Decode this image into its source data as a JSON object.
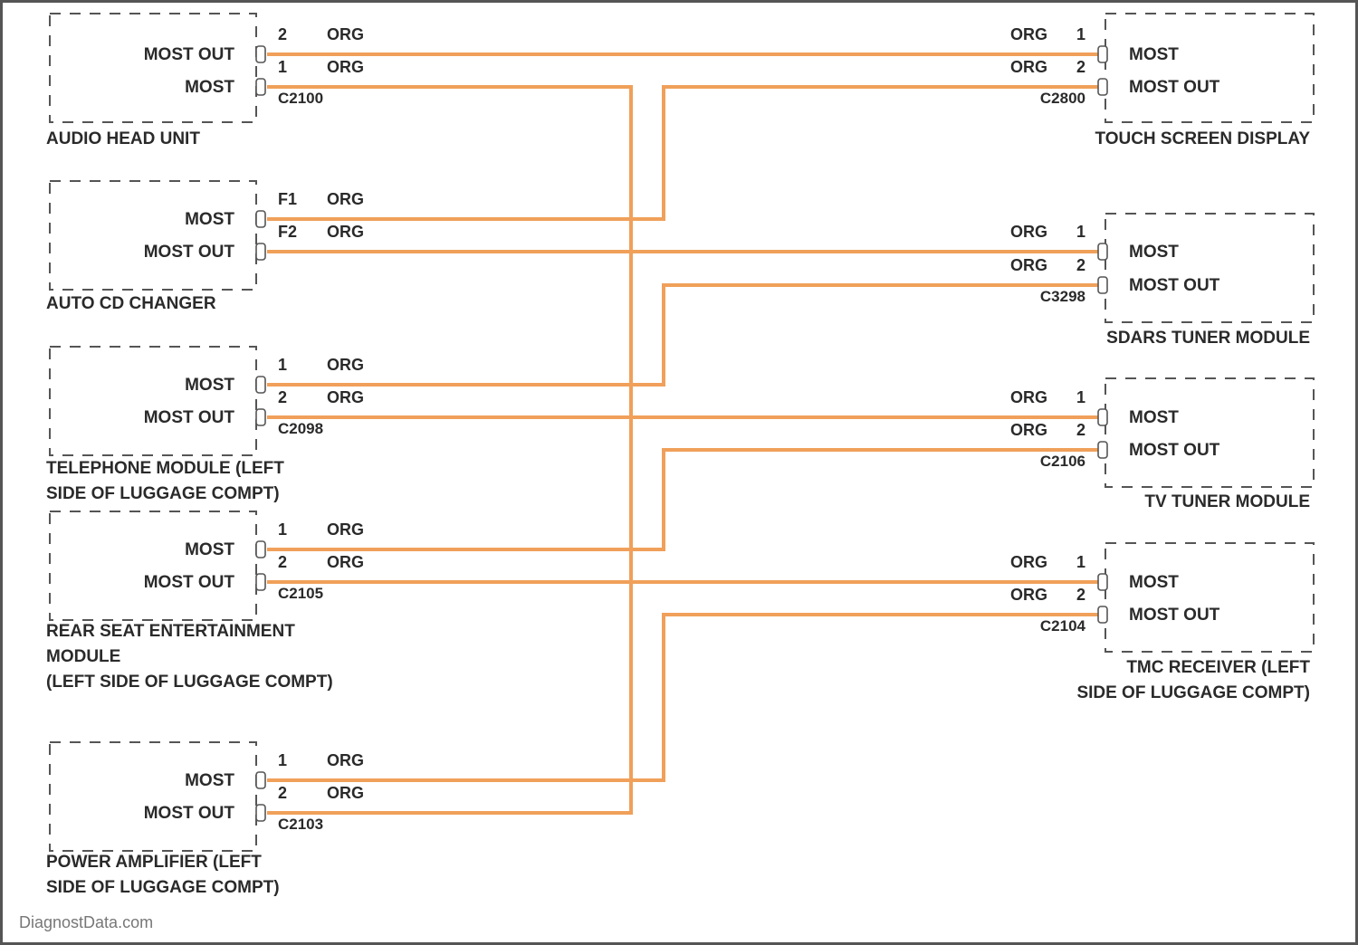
{
  "wire_color": "#f0a05a",
  "wire_code": "ORG",
  "signal_labels": {
    "in": "MOST",
    "out": "MOST OUT"
  },
  "left_modules": [
    {
      "name_lines": [
        "AUDIO HEAD UNIT"
      ],
      "connector": "C2100",
      "pins": [
        "2",
        "1"
      ],
      "pin_order": "out-first"
    },
    {
      "name_lines": [
        "AUTO CD CHANGER"
      ],
      "connector": "",
      "pins": [
        "F1",
        "F2"
      ],
      "pin_order": "in-first"
    },
    {
      "name_lines": [
        "TELEPHONE MODULE (LEFT",
        "SIDE OF LUGGAGE COMPT)"
      ],
      "connector": "C2098",
      "pins": [
        "1",
        "2"
      ],
      "pin_order": "in-first"
    },
    {
      "name_lines": [
        "REAR SEAT ENTERTAINMENT",
        "MODULE",
        "(LEFT SIDE OF LUGGAGE COMPT)"
      ],
      "connector": "C2105",
      "pins": [
        "1",
        "2"
      ],
      "pin_order": "in-first"
    },
    {
      "name_lines": [
        "POWER AMPLIFIER (LEFT",
        "SIDE OF LUGGAGE COMPT)"
      ],
      "connector": "C2103",
      "pins": [
        "1",
        "2"
      ],
      "pin_order": "in-first"
    }
  ],
  "right_modules": [
    {
      "name_lines": [
        "TOUCH SCREEN DISPLAY"
      ],
      "connector": "C2800",
      "pins": [
        "1",
        "2"
      ]
    },
    {
      "name_lines": [
        "SDARS TUNER MODULE"
      ],
      "connector": "C3298",
      "pins": [
        "1",
        "2"
      ]
    },
    {
      "name_lines": [
        "TV TUNER MODULE"
      ],
      "connector": "C2106",
      "pins": [
        "1",
        "2"
      ]
    },
    {
      "name_lines": [
        "TMC RECEIVER (LEFT",
        "SIDE OF LUGGAGE COMPT)"
      ],
      "connector": "C2104",
      "pins": [
        "1",
        "2"
      ]
    }
  ],
  "watermark": "DiagnostData.com"
}
